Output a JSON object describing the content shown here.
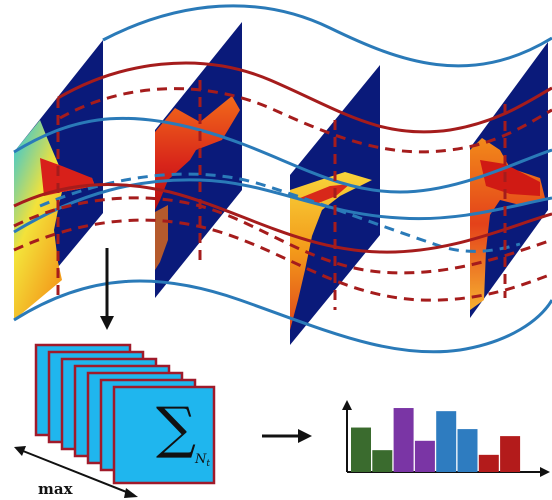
{
  "colors": {
    "blue_curve": "#2a7ab8",
    "red_curve": "#a51c1c",
    "slice_bg": "#0a1a7a",
    "frame_fill": "#1fb6ee",
    "frame_border": "#a01a2a",
    "arrow": "#111111"
  },
  "labels": {
    "max": "max",
    "sum_symbol": "∑",
    "sum_subscript": "N",
    "sum_subscript_index": "t"
  },
  "frames": {
    "count": 7
  },
  "histogram": {
    "bars": [
      {
        "value": 0.57,
        "color": "#3a6b2e"
      },
      {
        "value": 0.28,
        "color": "#3a6b2e"
      },
      {
        "value": 0.82,
        "color": "#7a35a5"
      },
      {
        "value": 0.4,
        "color": "#7a35a5"
      },
      {
        "value": 0.78,
        "color": "#2e7cc0"
      },
      {
        "value": 0.55,
        "color": "#2e7cc0"
      },
      {
        "value": 0.22,
        "color": "#b31b1b"
      },
      {
        "value": 0.46,
        "color": "#b31b1b"
      }
    ]
  },
  "icons": [
    "down-arrow-icon",
    "right-arrow-icon",
    "diagonal-double-arrow-icon",
    "axis-arrow-icon"
  ]
}
